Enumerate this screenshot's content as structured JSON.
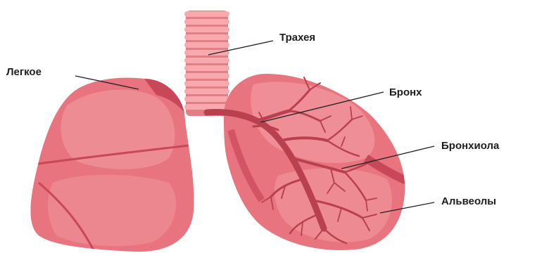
{
  "labels": {
    "lung": "Легкое",
    "trachea": "Трахея",
    "bronchus": "Бронх",
    "bronchiole": "Бронхиола",
    "alveoli": "Альвеолы"
  },
  "colors": {
    "lung_fill": "#e8747f",
    "lung_light": "#f3a0a5",
    "lung_dark": "#c8485a",
    "trachea_ring": "#f7a9ad",
    "trachea_dark": "#e27f86",
    "airway": "#b8404f",
    "leader_line": "#222222"
  }
}
